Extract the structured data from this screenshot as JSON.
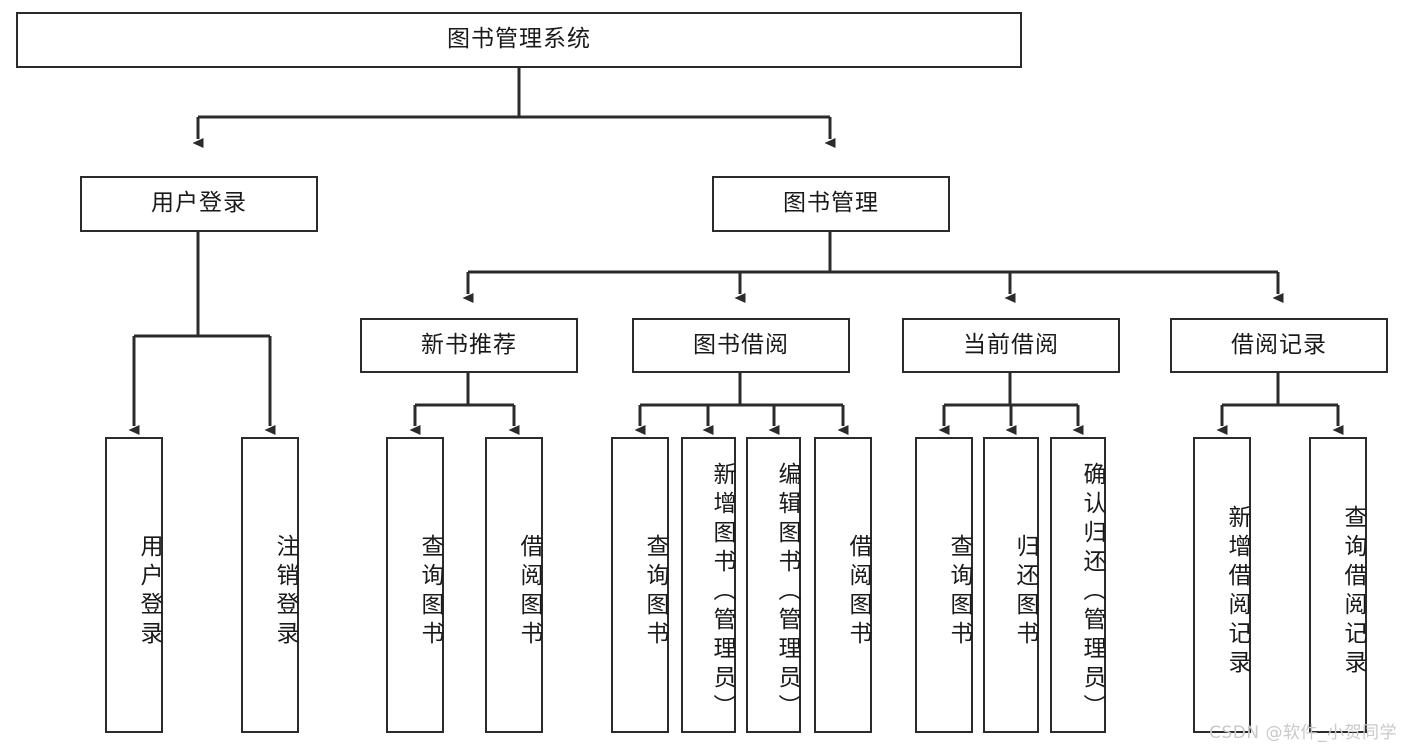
{
  "diagram": {
    "title": "图书管理系统",
    "type": "hierarchy-tree",
    "background_color": "#ffffff",
    "box_border_color": "#2b2b2b",
    "edge_color": "#2b2b2b",
    "levels": [
      {
        "level": 1,
        "nodes": [
          {
            "id": "root",
            "label": "图书管理系统",
            "orientation": "horizontal"
          }
        ]
      },
      {
        "level": 2,
        "nodes": [
          {
            "id": "login",
            "label": "用户登录",
            "orientation": "horizontal",
            "parent": "root"
          },
          {
            "id": "bookmgmt",
            "label": "图书管理",
            "orientation": "horizontal",
            "parent": "root"
          }
        ]
      },
      {
        "level": 3,
        "nodes": [
          {
            "id": "newbook",
            "label": "新书推荐",
            "orientation": "horizontal",
            "parent": "bookmgmt"
          },
          {
            "id": "borrow",
            "label": "图书借阅",
            "orientation": "horizontal",
            "parent": "bookmgmt"
          },
          {
            "id": "current",
            "label": "当前借阅",
            "orientation": "horizontal",
            "parent": "bookmgmt"
          },
          {
            "id": "records",
            "label": "借阅记录",
            "orientation": "horizontal",
            "parent": "bookmgmt"
          }
        ]
      },
      {
        "level": 4,
        "nodes": [
          {
            "id": "leaf-1",
            "label": "用户登录",
            "orientation": "vertical",
            "parent": "login"
          },
          {
            "id": "leaf-2",
            "label": "注销登录",
            "orientation": "vertical",
            "parent": "login"
          },
          {
            "id": "leaf-3",
            "label": "查询图书",
            "orientation": "vertical",
            "parent": "newbook"
          },
          {
            "id": "leaf-4",
            "label": "借阅图书",
            "orientation": "vertical",
            "parent": "newbook"
          },
          {
            "id": "leaf-5",
            "label": "查询图书",
            "orientation": "vertical",
            "parent": "borrow"
          },
          {
            "id": "leaf-6",
            "label": "新增图书（管理员）",
            "orientation": "vertical",
            "parent": "borrow"
          },
          {
            "id": "leaf-7",
            "label": "编辑图书（管理员）",
            "orientation": "vertical",
            "parent": "borrow"
          },
          {
            "id": "leaf-8",
            "label": "借阅图书",
            "orientation": "vertical",
            "parent": "borrow"
          },
          {
            "id": "leaf-9",
            "label": "查询图书",
            "orientation": "vertical",
            "parent": "current"
          },
          {
            "id": "leaf-10",
            "label": "归还图书",
            "orientation": "vertical",
            "parent": "current"
          },
          {
            "id": "leaf-11",
            "label": "确认归还（管理员）",
            "orientation": "vertical",
            "parent": "current"
          },
          {
            "id": "leaf-12",
            "label": "新增借阅记录",
            "orientation": "vertical",
            "parent": "records"
          },
          {
            "id": "leaf-13",
            "label": "查询借阅记录",
            "orientation": "vertical",
            "parent": "records"
          }
        ]
      }
    ]
  },
  "watermark": {
    "text": "CSDN @软件_小贺同学"
  }
}
